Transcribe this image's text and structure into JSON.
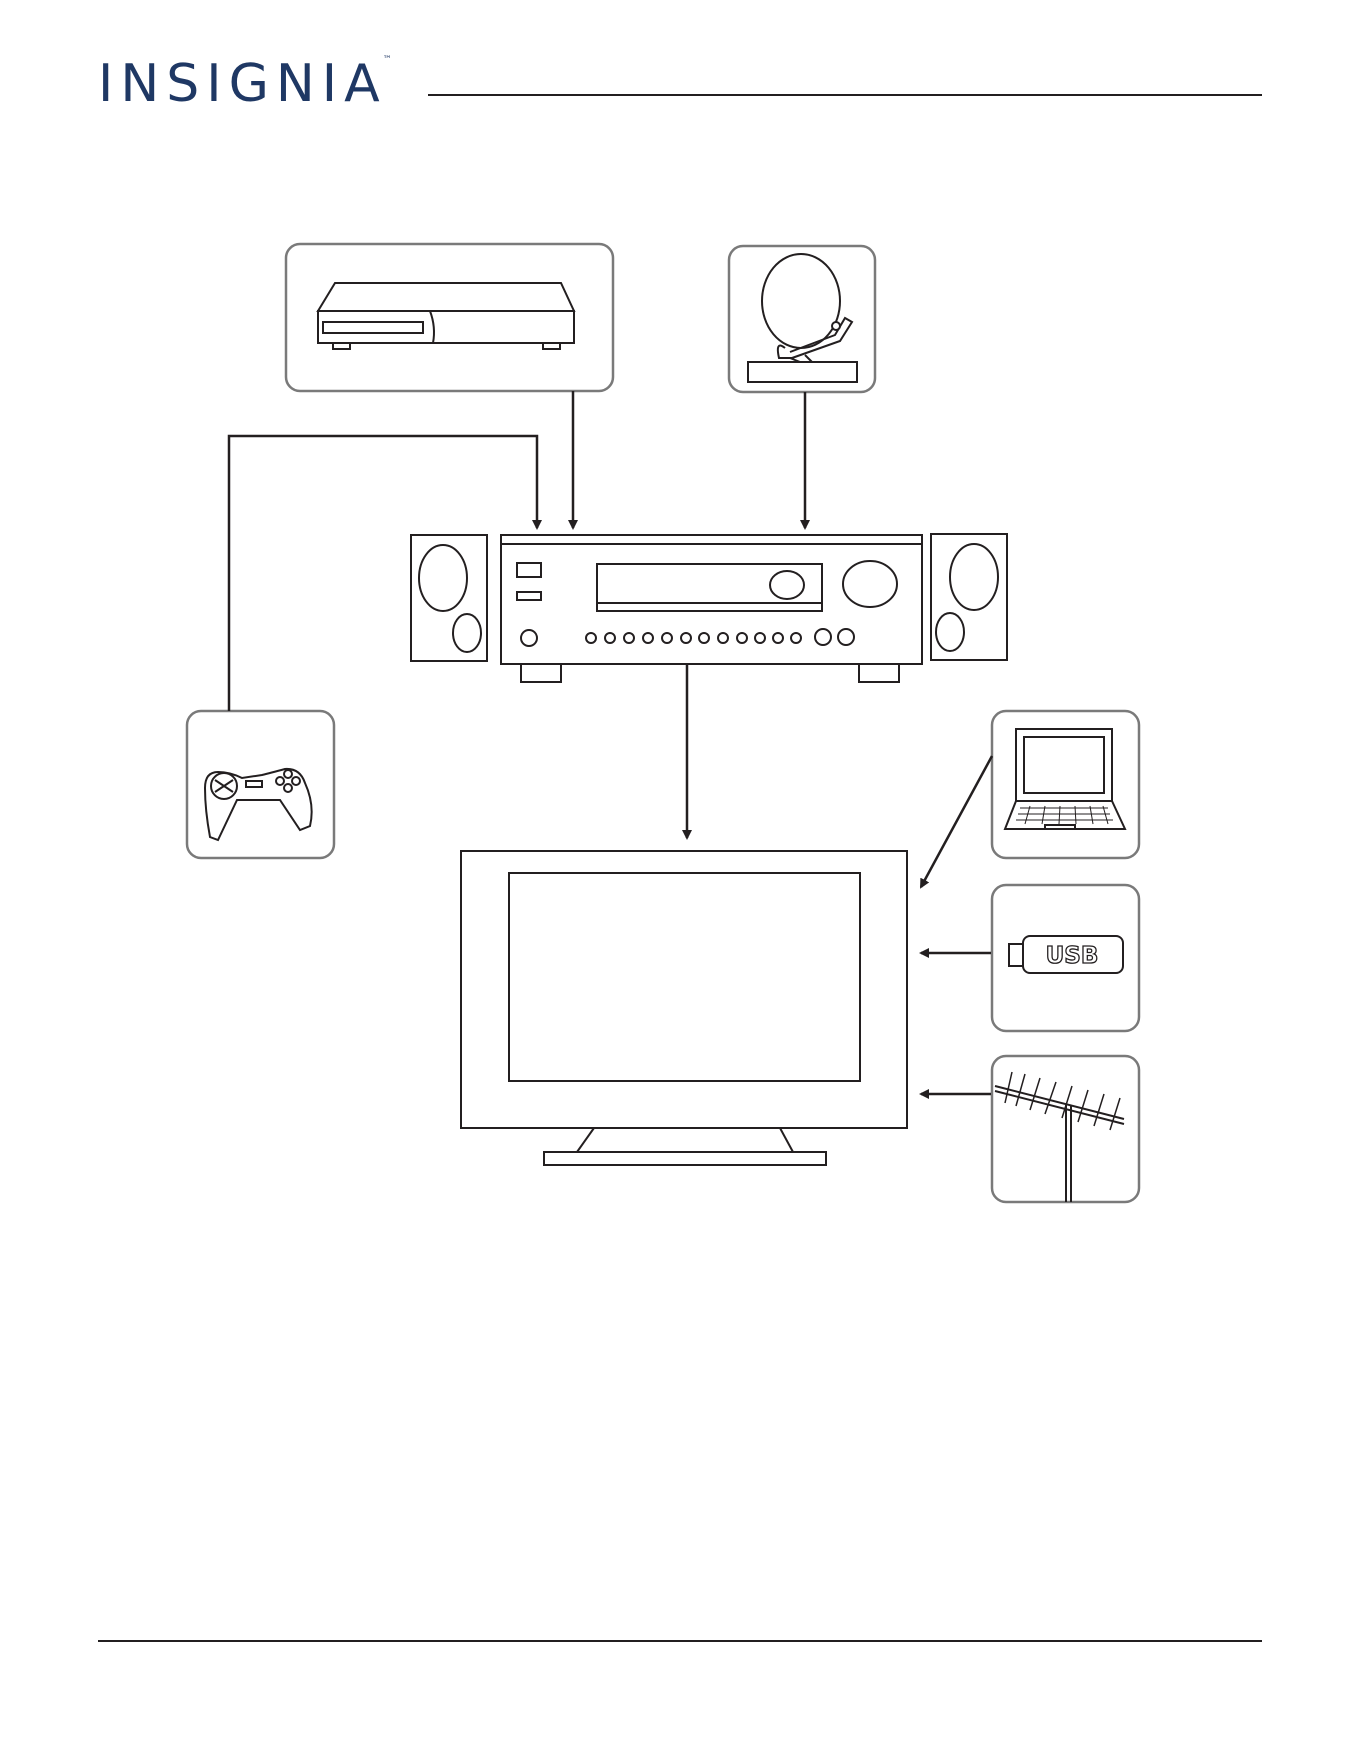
{
  "header": {
    "brand": "INSIGNIA",
    "trademark": "™",
    "brand_color": "#1f3864"
  },
  "diagram": {
    "line_color": "#231f20",
    "box_border_color": "#7a7a7a",
    "devices": [
      {
        "id": "dvd-player",
        "icon": "dvd-player-icon"
      },
      {
        "id": "satellite-dish",
        "icon": "satellite-dish-icon"
      },
      {
        "id": "game-console",
        "icon": "gamepad-icon"
      },
      {
        "id": "av-receiver",
        "icon": "av-receiver-icon"
      },
      {
        "id": "speaker-left",
        "icon": "speaker-icon"
      },
      {
        "id": "speaker-right",
        "icon": "speaker-icon"
      },
      {
        "id": "tv",
        "icon": "tv-icon"
      },
      {
        "id": "laptop",
        "icon": "laptop-icon"
      },
      {
        "id": "usb-drive",
        "icon": "usb-drive-icon",
        "label": "USB"
      },
      {
        "id": "antenna",
        "icon": "antenna-icon"
      }
    ]
  }
}
